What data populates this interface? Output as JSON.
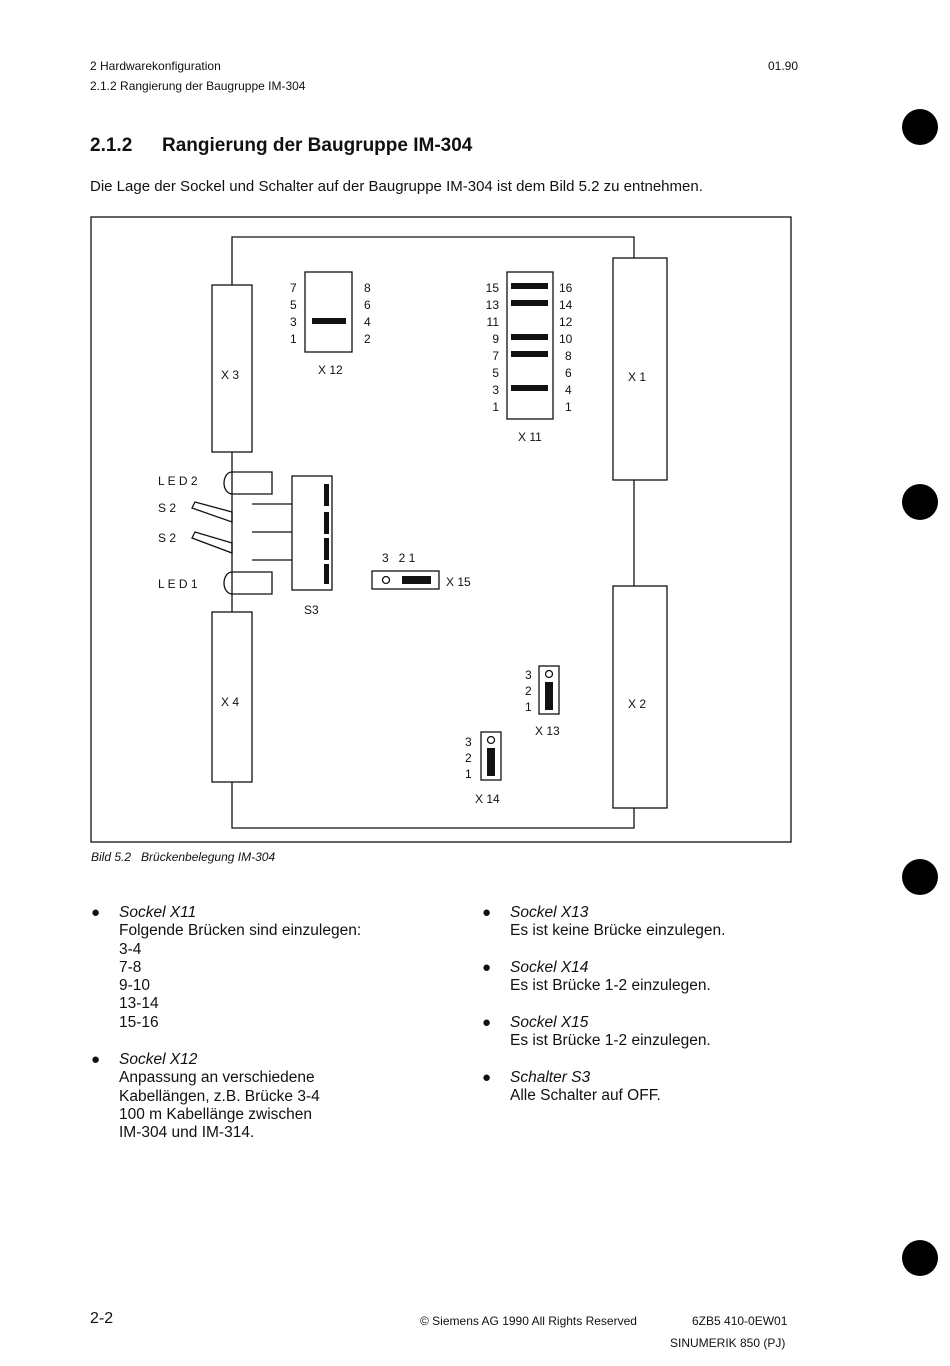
{
  "header": {
    "chapter": "2 Hardwarekonfiguration",
    "section": "2.1.2 Rangierung der Baugruppe IM-304",
    "date": "01.90"
  },
  "heading": {
    "number": "2.1.2",
    "text": "Rangierung der Baugruppe IM-304"
  },
  "intro": "Die Lage der Sockel und Schalter auf der Baugruppe IM-304 ist dem Bild 5.2 zu entnehmen.",
  "figure": {
    "labels": {
      "x3": "X 3",
      "x4": "X 4",
      "x1": "X 1",
      "x2": "X 2",
      "x12": "X 12",
      "x11": "X 11",
      "x15": "X 15",
      "x13": "X 13",
      "x14": "X 14",
      "s3": "S3",
      "led2": "L E D 2",
      "led1": "L E D 1",
      "s2a": "S 2",
      "s2b": "S 2",
      "x15_pins": "3   2 1"
    },
    "x12_pins": {
      "left": [
        "7",
        "5",
        "3",
        "1"
      ],
      "right": [
        "8",
        "6",
        "4",
        "2"
      ]
    },
    "x11_pins": {
      "left": [
        "15",
        "13",
        "11",
        "9",
        "7",
        "5",
        "3",
        "1"
      ],
      "right": [
        "16",
        "14",
        "12",
        "10",
        "8",
        "6",
        "4",
        "1"
      ]
    },
    "x13_pins": [
      "3",
      "2",
      "1"
    ],
    "x14_pins": [
      "3",
      "2",
      "1"
    ],
    "caption": "Bild 5.2   Brückenbelegung IM-304"
  },
  "left_bullets": [
    {
      "head": "Sockel X11",
      "lines": [
        "Folgende Brücken sind einzulegen:",
        "3-4",
        "7-8",
        "9-10",
        "13-14",
        "15-16"
      ]
    },
    {
      "head": "Sockel X12",
      "lines": [
        "Anpassung an verschiedene",
        "Kabellängen, z.B. Brücke 3-4",
        "100 m Kabellänge zwischen",
        "IM-304 und IM-314."
      ]
    }
  ],
  "right_bullets": [
    {
      "head": "Sockel X13",
      "lines": [
        "Es ist keine Brücke einzulegen."
      ]
    },
    {
      "head": "Sockel X14",
      "lines": [
        "Es ist Brücke 1-2 einzulegen."
      ]
    },
    {
      "head": "Sockel X15",
      "lines": [
        "Es ist Brücke 1-2 einzulegen."
      ]
    },
    {
      "head": "Schalter S3",
      "lines": [
        "Alle Schalter auf OFF."
      ]
    }
  ],
  "footer": {
    "page": "2-2",
    "copyright": "© Siemens AG 1990 All Rights Reserved",
    "order_no": "6ZB5 410-0EW01",
    "product": "SINUMERIK 850 (PJ)"
  }
}
